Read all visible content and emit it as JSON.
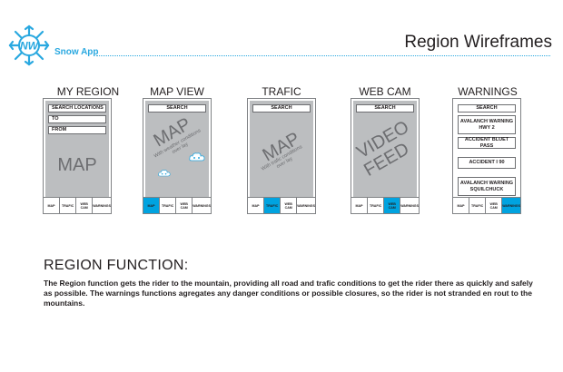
{
  "header": {
    "app_name": "Snow App",
    "page_title": "Region Wireframes",
    "logo_letters": "NW",
    "brand_color": "#29a8e0"
  },
  "screens": [
    {
      "title": "MY REGION",
      "fields": [
        "SEARCH LOCATIONS",
        "TO",
        "FROM"
      ],
      "center_text": "MAP",
      "nav": [
        "MAP",
        "TRAFIC",
        "WEB CAM",
        "WARNINGS"
      ],
      "active_tab": null
    },
    {
      "title": "MAP VIEW",
      "search": "SEARCH",
      "center_text": "MAP",
      "caption": "With weather conditions over lay",
      "nav": [
        "MAP",
        "TRAFIC",
        "WEB CAM",
        "WARNINGS"
      ],
      "active_tab": 0
    },
    {
      "title": "TRAFIC",
      "search": "SEARCH",
      "center_text": "MAP",
      "caption": "With trafic conditions over lay",
      "nav": [
        "MAP",
        "TRAFIC",
        "WEB CAM",
        "WARNINGS"
      ],
      "active_tab": 1
    },
    {
      "title": "WEB CAM",
      "search": "SEARCH",
      "center_text_1": "VIDEO",
      "center_text_2": "FEED",
      "nav": [
        "MAP",
        "TRAFIC",
        "WEB CAM",
        "WARNINGS"
      ],
      "active_tab": 2
    },
    {
      "title": "WARNINGS",
      "search": "SEARCH",
      "warnings": [
        "AVALANCH WARNING HWY 2",
        "ACCIDENT BLUET PASS",
        "ACCIDENT I 90",
        "AVALANCH WARNING SQUILCHUCK"
      ],
      "nav": [
        "MAP",
        "TRAFIC",
        "WEB CAM",
        "WARNINGS"
      ],
      "active_tab": 3
    }
  ],
  "region_function": {
    "title": "REGION FUNCTION:",
    "body": "The Region function gets the rider to the mountain, providing all road and trafic conditions to get the rider there as quickly and safely as possible. The warnings functions agregates any danger conditions or possible closures, so the rider is not stranded en rout to the mountains."
  },
  "colors": {
    "active_tab": "#00a3e0",
    "screen_fill": "#bcbec0"
  }
}
